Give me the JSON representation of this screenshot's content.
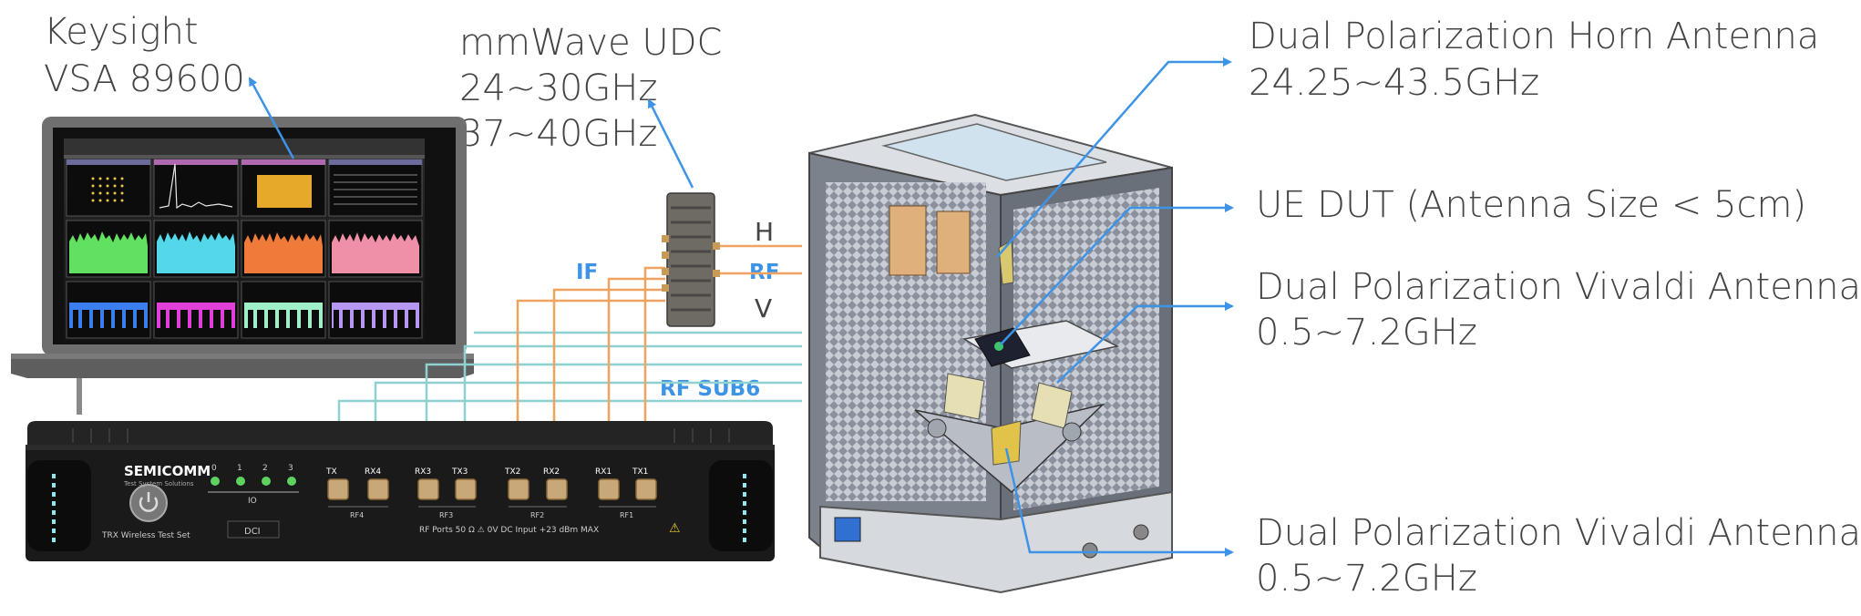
{
  "labels": {
    "analyzer": [
      "Keysight",
      "VSA 89600"
    ],
    "udc": [
      "mmWave UDC",
      "24~30GHz",
      "37~40GHz"
    ],
    "horn": [
      "Dual Polarization Horn Antenna",
      "24.25~43.5GHz"
    ],
    "ue": "UE DUT (Antenna Size < 5cm)",
    "vivaldi_top": [
      "Dual Polarization Vivaldi Antenna",
      "0.5~7.2GHz"
    ],
    "vivaldi_bottom": [
      "Dual Polarization Vivaldi Antenna",
      "0.5~7.2GHz"
    ]
  },
  "signals": {
    "if": "IF",
    "rf": "RF",
    "rf_sub6": "RF SUB6",
    "h": "H",
    "v": "V"
  },
  "test_set": {
    "brand": "SEMICOMM",
    "brand_sub": "Test System Solutions",
    "model": "TRX Wireless Test Set",
    "port_numbers": [
      "0",
      "1",
      "2",
      "3"
    ],
    "io_label": "IO",
    "dci_label": "DCI",
    "ports": [
      "TX",
      "RX4",
      "RX3",
      "TX3",
      "TX2",
      "RX2",
      "RX1",
      "TX1"
    ],
    "groups": [
      "RF4",
      "RF3",
      "RF2",
      "RF1"
    ],
    "warning": "RF Ports 50 Ω   ⚠ 0V DC Input +23 dBm MAX"
  },
  "colors": {
    "arrow": "#3d93e6",
    "if_cable": "#f0a35e",
    "sub6_cable": "#8fd0d0",
    "screen_bg": "#1c1c1c",
    "rack_body": "#1a1a1a"
  }
}
